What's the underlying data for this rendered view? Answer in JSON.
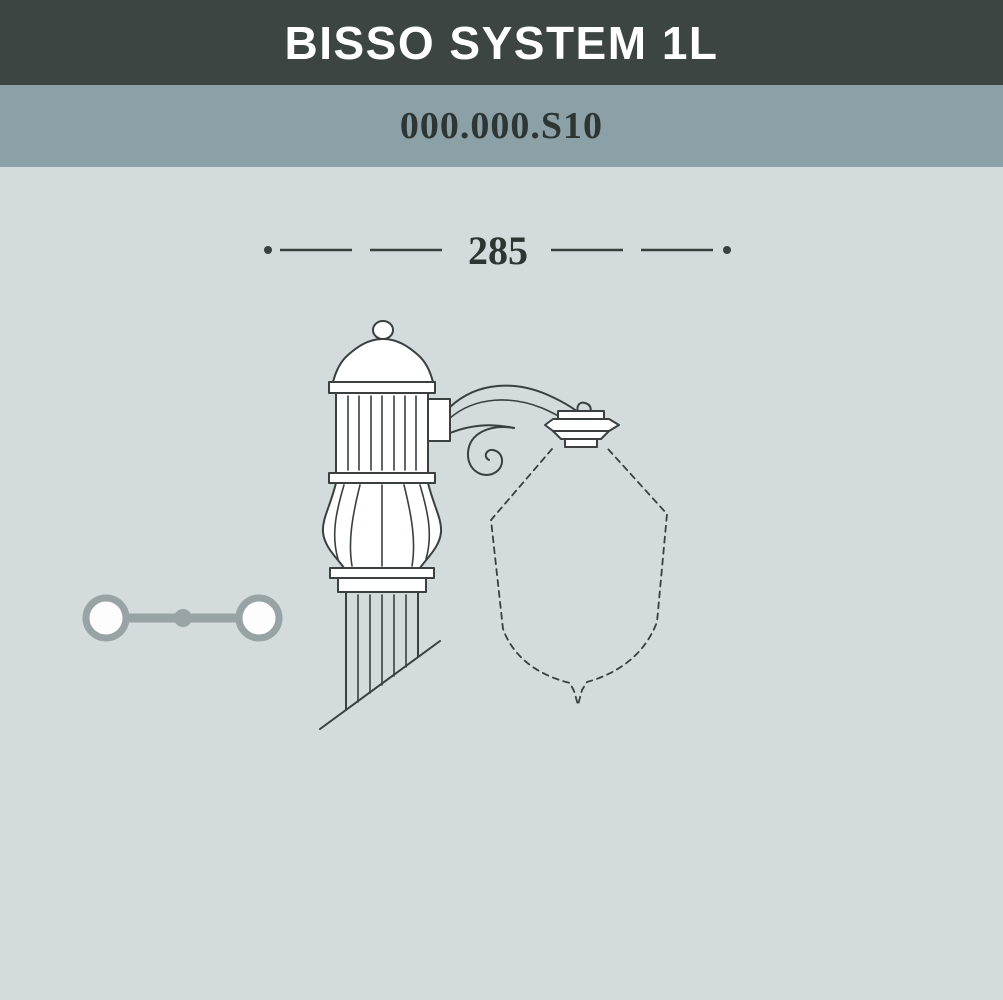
{
  "header": {
    "title": "BISSO SYSTEM 1L"
  },
  "subheader": {
    "code": "000.000.S10"
  },
  "drawing": {
    "dimension_label": "285"
  },
  "colors": {
    "title_bar_bg": "#3d4543",
    "title_text": "#ffffff",
    "code_bar_bg": "#8ca1a7",
    "code_text": "#2e3634",
    "body_bg": "#d4dbdc",
    "line": "#3a403f",
    "mount_gray": "#97a3a4"
  }
}
